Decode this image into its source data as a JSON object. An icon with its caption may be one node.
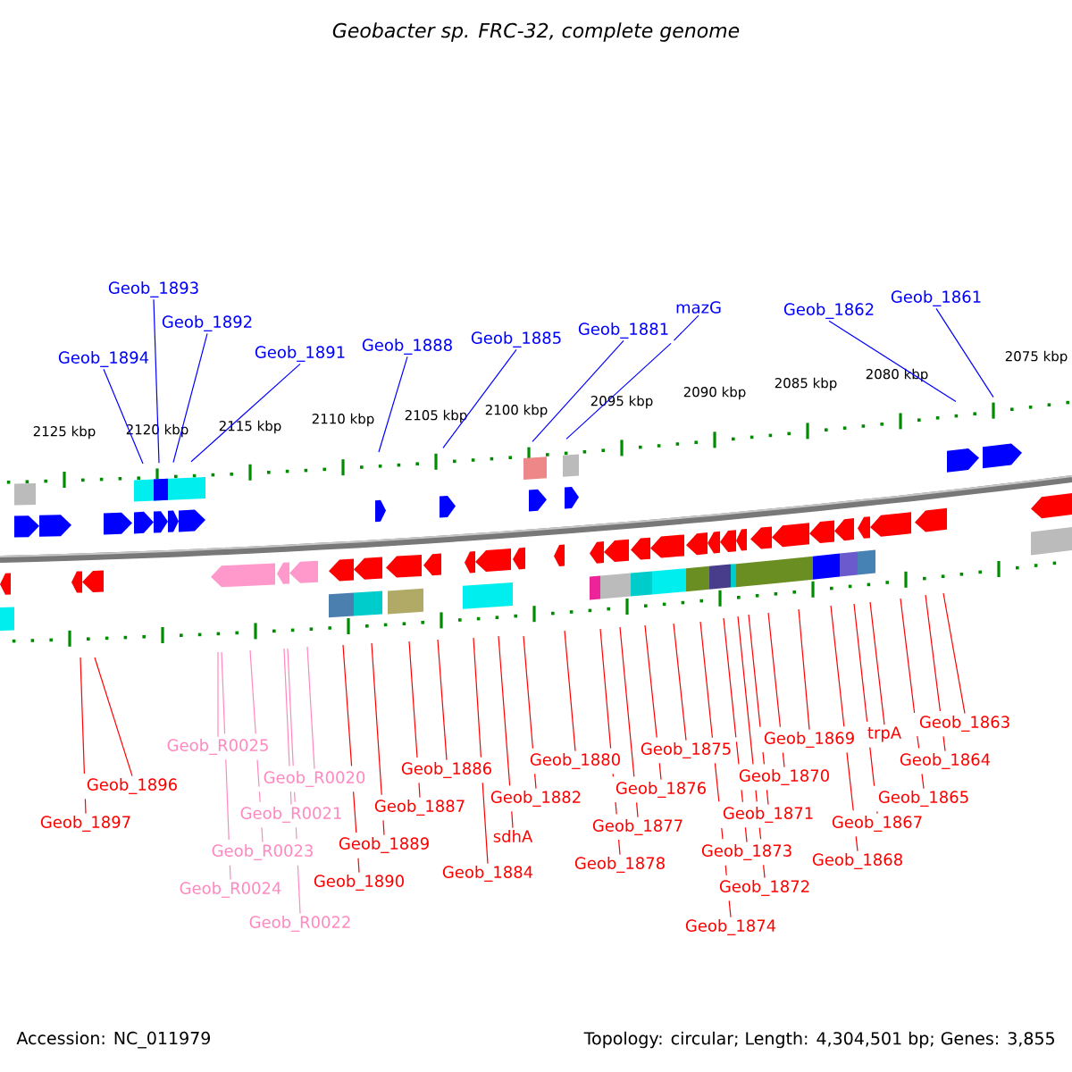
{
  "diagram": {
    "title": "Geobacter sp. FRC-32, complete genome",
    "nodes": [
      {
        "text": [
          "Geob_1893"
        ]
      },
      {
        "text": [
          "Geob_1892"
        ]
      },
      {
        "text": [
          "Geob_1894"
        ]
      },
      {
        "text": [
          "Geob_1891"
        ]
      },
      {
        "text": [
          "Geob_1888"
        ]
      },
      {
        "text": [
          "Geob_1885"
        ]
      },
      {
        "text": [
          "Geob_1881"
        ]
      },
      {
        "text": [
          "mazG"
        ]
      },
      {
        "text": [
          "Geob_1862"
        ]
      },
      {
        "text": [
          "Geob_1861"
        ]
      },
      {
        "text": [
          "Geob_1897"
        ]
      },
      {
        "text": [
          "Geob_1896"
        ]
      },
      {
        "text": [
          "Geob_R0025"
        ]
      },
      {
        "text": [
          "Geob_R0024"
        ]
      },
      {
        "text": [
          "Geob_R0023"
        ]
      },
      {
        "text": [
          "Geob_R0021"
        ]
      },
      {
        "text": [
          "Geob_R0022"
        ]
      },
      {
        "text": [
          "Geob_R0020"
        ]
      },
      {
        "text": [
          "Geob_1890"
        ]
      },
      {
        "text": [
          "Geob_1889"
        ]
      },
      {
        "text": [
          "Geob_1887"
        ]
      },
      {
        "text": [
          "Geob_1886"
        ]
      },
      {
        "text": [
          "Geob_1884"
        ]
      },
      {
        "text": [
          "sdhA"
        ]
      },
      {
        "text": [
          "Geob_1882"
        ]
      },
      {
        "text": [
          "Geob_1880"
        ]
      },
      {
        "text": [
          "Geob_1878"
        ]
      },
      {
        "text": [
          "Geob_1877"
        ]
      },
      {
        "text": [
          "Geob_1876"
        ]
      },
      {
        "text": [
          "Geob_1875"
        ]
      },
      {
        "text": [
          "Geob_1874"
        ]
      },
      {
        "text": [
          "Geob_1873"
        ]
      },
      {
        "text": [
          "Geob_1872"
        ]
      },
      {
        "text": [
          "Geob_1871"
        ]
      },
      {
        "text": [
          "Geob_1870"
        ]
      },
      {
        "text": [
          "Geob_1869"
        ]
      },
      {
        "text": [
          "Geob_1868"
        ]
      },
      {
        "text": [
          "Geob_1867"
        ]
      },
      {
        "text": [
          "trpA"
        ]
      },
      {
        "text": [
          "Geob_1865"
        ]
      },
      {
        "text": [
          "Geob_1864"
        ]
      },
      {
        "text": [
          "Geob_1863"
        ]
      }
    ],
    "edges": [
      {
        "from": 0,
        "to": null,
        "arrow": "none",
        "color": "#0000ff"
      },
      {
        "from": 1,
        "to": null,
        "arrow": "none",
        "color": "#0000ff"
      },
      {
        "from": 2,
        "to": null,
        "arrow": "none",
        "color": "#0000ff"
      },
      {
        "from": 3,
        "to": null,
        "arrow": "none",
        "color": "#0000ff"
      },
      {
        "from": 4,
        "to": null,
        "arrow": "none",
        "color": "#0000ff"
      },
      {
        "from": 5,
        "to": null,
        "arrow": "none",
        "color": "#0000ff"
      },
      {
        "from": 6,
        "to": null,
        "arrow": "none",
        "color": "#0000ff"
      },
      {
        "from": 7,
        "to": null,
        "arrow": "none",
        "color": "#0000ff"
      },
      {
        "from": 8,
        "to": null,
        "arrow": "none",
        "color": "#0000ff"
      },
      {
        "from": 9,
        "to": null,
        "arrow": "none",
        "color": "#0000ff"
      },
      {
        "from": 10,
        "to": null,
        "arrow": "none"
      },
      {
        "from": 11,
        "to": null,
        "arrow": "none"
      },
      {
        "from": 12,
        "to": null,
        "arrow": "none",
        "color": "#ff88c0"
      },
      {
        "from": 13,
        "to": null,
        "arrow": "none",
        "color": "#ff88c0"
      },
      {
        "from": 14,
        "to": null,
        "arrow": "none",
        "color": "#ff88c0"
      },
      {
        "from": 15,
        "to": null,
        "arrow": "none",
        "color": "#ff88c0"
      },
      {
        "from": 16,
        "to": null,
        "arrow": "none",
        "color": "#ff88c0"
      },
      {
        "from": 17,
        "to": null,
        "arrow": "none",
        "color": "#ff88c0"
      },
      {
        "from": 18,
        "to": null,
        "arrow": "none"
      },
      {
        "from": 19,
        "to": null,
        "arrow": "none"
      },
      {
        "from": 20,
        "to": null,
        "arrow": "none"
      },
      {
        "from": 21,
        "to": null,
        "arrow": "none"
      },
      {
        "from": 22,
        "to": null,
        "arrow": "none"
      },
      {
        "from": 23,
        "to": null,
        "arrow": "none"
      },
      {
        "from": 24,
        "to": null,
        "arrow": "none"
      },
      {
        "from": 25,
        "to": null,
        "arrow": "none"
      },
      {
        "from": 26,
        "to": null,
        "arrow": "none"
      },
      {
        "from": 27,
        "to": null,
        "arrow": "none"
      },
      {
        "from": 28,
        "to": null,
        "arrow": "none"
      },
      {
        "from": 29,
        "to": null,
        "arrow": "none"
      },
      {
        "from": 30,
        "to": null,
        "arrow": "none"
      },
      {
        "from": 31,
        "to": null,
        "arrow": "none"
      },
      {
        "from": 32,
        "to": null,
        "arrow": "none"
      },
      {
        "from": 33,
        "to": null,
        "arrow": "none"
      },
      {
        "from": 34,
        "to": null,
        "arrow": "none"
      },
      {
        "from": 35,
        "to": null,
        "arrow": "none"
      },
      {
        "from": 36,
        "to": null,
        "arrow": "none"
      },
      {
        "from": 37,
        "to": null,
        "arrow": "none"
      },
      {
        "from": 38,
        "to": null,
        "arrow": "none"
      },
      {
        "from": 39,
        "to": null,
        "arrow": "none"
      },
      {
        "from": 40,
        "to": null,
        "arrow": "none"
      },
      {
        "from": 41,
        "to": null,
        "arrow": "none"
      }
    ],
    "labels": [
      "2125 kbp",
      "2120 kbp",
      "2115 kbp",
      "2110 kbp",
      "2105 kbp",
      "2100 kbp",
      "2095 kbp",
      "2090 kbp",
      "2085 kbp",
      "2080 kbp",
      "2075 kbp",
      "Accession: NC_011979",
      "Topology: circular; Length: 4,304,501 bp; Genes: 3,855"
    ]
  }
}
